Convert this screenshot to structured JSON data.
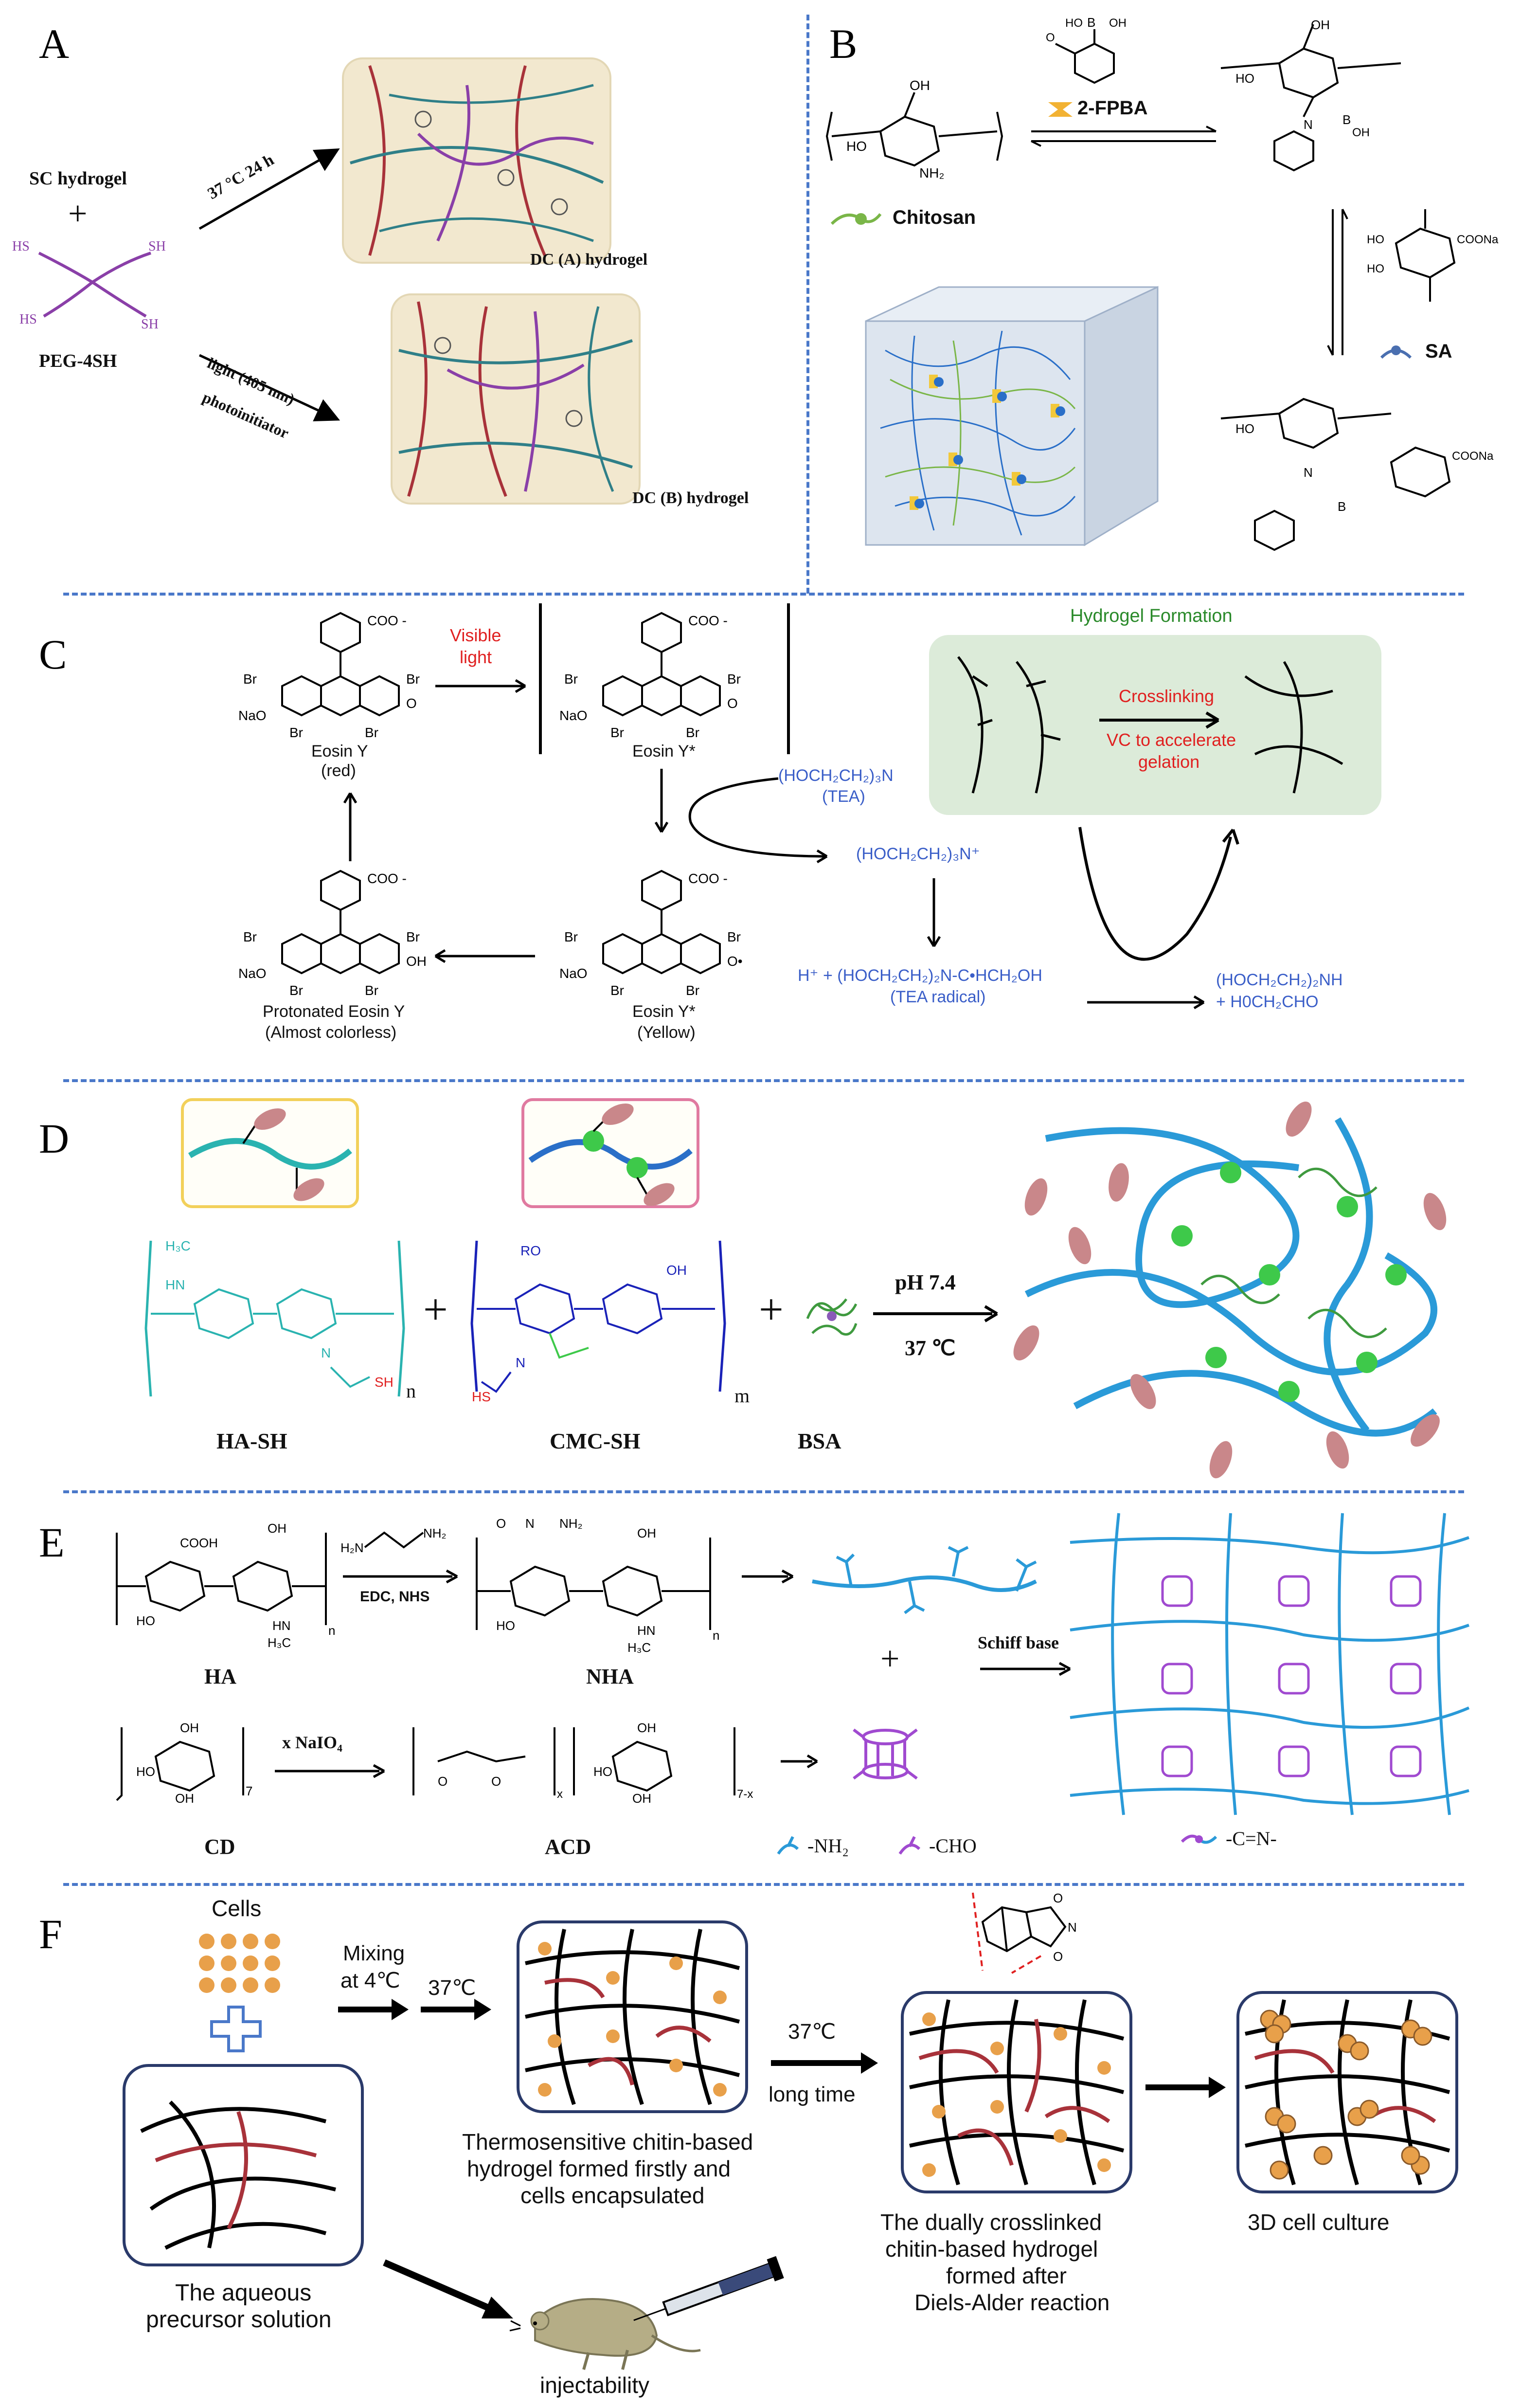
{
  "panels": {
    "A": {
      "label": "A",
      "reactant1": "SC hydrogel",
      "plus": "+",
      "reactant2": "PEG-4SH",
      "cond_top": "37 °C 24 h",
      "cond_bottom_1": "light (405 nm)",
      "cond_bottom_2": "photoinitiator",
      "product_top": "DC (A) hydrogel",
      "product_bottom": "DC (B) hydrogel"
    },
    "B": {
      "label": "B",
      "reagent": "2-FPBA",
      "chitosan": "Chitosan",
      "sa": "SA"
    },
    "C": {
      "label": "C",
      "visible_light_1": "Visible",
      "visible_light_2": "light",
      "eosin_red_1": "Eosin Y",
      "eosin_red_2": "(red)",
      "eosin_star": "Eosin Y*",
      "tea_1": "(HOCH₂CH₂)₃N",
      "tea_2": "(TEA)",
      "tea_cation": "(HOCH₂CH₂)₃N⁺",
      "radical_1": "H⁺ + (HOCH₂CH₂)₂N-C•HCH₂OH",
      "radical_2": "(TEA radical)",
      "products_1": "(HOCH₂CH₂)₂NH",
      "products_2": "+ H0CH₂CHO",
      "eosin_yellow_1": "Eosin Y*",
      "eosin_yellow_2": "(Yellow)",
      "protonated_1": "Protonated Eosin Y",
      "protonated_2": "(Almost colorless)",
      "hydrogel_formation": "Hydrogel Formation",
      "crosslinking": "Crosslinking",
      "vc_1": "VC to accelerate",
      "vc_2": "gelation",
      "coo": "COO",
      "br": "Br",
      "nao": "NaO",
      "o": "O",
      "oh": "OH"
    },
    "D": {
      "label": "D",
      "ha_sh": "HA-SH",
      "cmc_sh": "CMC-SH",
      "bsa": "BSA",
      "ph": "pH 7.4",
      "temp": "37 ℃",
      "plus": "+",
      "n": "n",
      "m": "m"
    },
    "E": {
      "label": "E",
      "ha": "HA",
      "nha": "NHA",
      "cd": "CD",
      "acd": "ACD",
      "reagent_top": "EDC, NHS",
      "reagent_bottom": "x NaIO₄",
      "schiff": "Schiff base",
      "plus": "+",
      "legend_nh2": "-NH₂",
      "legend_cho": "-CHO",
      "legend_cn": "-C=N-"
    },
    "F": {
      "label": "F",
      "cells": "Cells",
      "mixing_1": "Mixing",
      "mixing_2": "at 4℃",
      "temp1": "37℃",
      "temp2": "37℃",
      "long_time": "long time",
      "thermo_1": "Thermosensitive chitin-based",
      "thermo_2": "hydrogel formed firstly and",
      "thermo_3": "cells encapsulated",
      "aqueous_1": "The aqueous",
      "aqueous_2": "precursor solution",
      "dual_1": "The dually crosslinked",
      "dual_2": "chitin-based hydrogel",
      "dual_3": "formed after",
      "dual_4": "Diels-Alder reaction",
      "culture": "3D cell culture",
      "inject": "injectability"
    }
  },
  "colors": {
    "divider": "#4a78c9",
    "network_red": "#a8323a",
    "network_purple": "#8a3fa8",
    "network_teal": "#2f7f88",
    "blue_chain": "#2a9ad8",
    "hydrogel_bg": "#f2e8cf",
    "green_box": "#dcebd9"
  }
}
